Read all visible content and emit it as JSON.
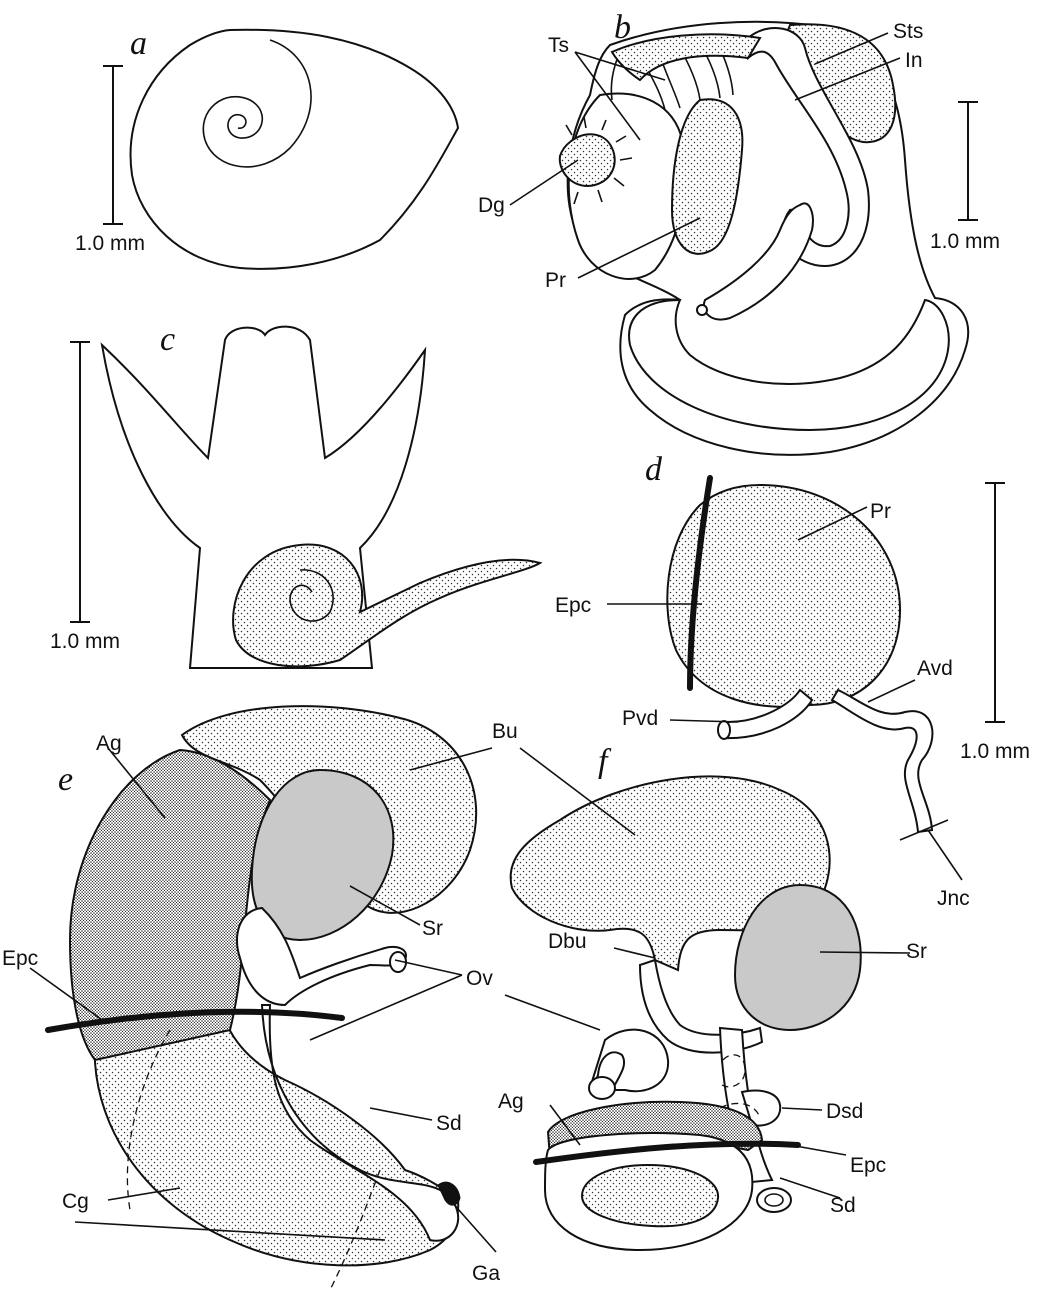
{
  "panels": {
    "a": {
      "letter": "a",
      "scale_label": "1.0 mm"
    },
    "b": {
      "letter": "b",
      "scale_label": "1.0 mm",
      "labels": {
        "Ts": "Ts",
        "Sts": "Sts",
        "In": "In",
        "Dg": "Dg",
        "Pr": "Pr"
      }
    },
    "c": {
      "letter": "c",
      "scale_label": "1.0 mm"
    },
    "d": {
      "letter": "d",
      "scale_label": "1.0 mm",
      "labels": {
        "Pr": "Pr",
        "Epc": "Epc",
        "Avd": "Avd",
        "Pvd": "Pvd",
        "Jnc": "Jnc"
      }
    },
    "e": {
      "letter": "e",
      "labels": {
        "Ag": "Ag",
        "Bu": "Bu",
        "Sr": "Sr",
        "Epc": "Epc",
        "Ov": "Ov",
        "Sd": "Sd",
        "Cg": "Cg",
        "Ga": "Ga"
      }
    },
    "f": {
      "letter": "f",
      "labels": {
        "Dbu": "Dbu",
        "Sr": "Sr",
        "Ag": "Ag",
        "Dsd": "Dsd",
        "Epc": "Epc",
        "Sd": "Sd"
      }
    }
  },
  "colors": {
    "ink": "#111111",
    "background": "#ffffff",
    "stipple_fill": "#c9c9c9"
  }
}
